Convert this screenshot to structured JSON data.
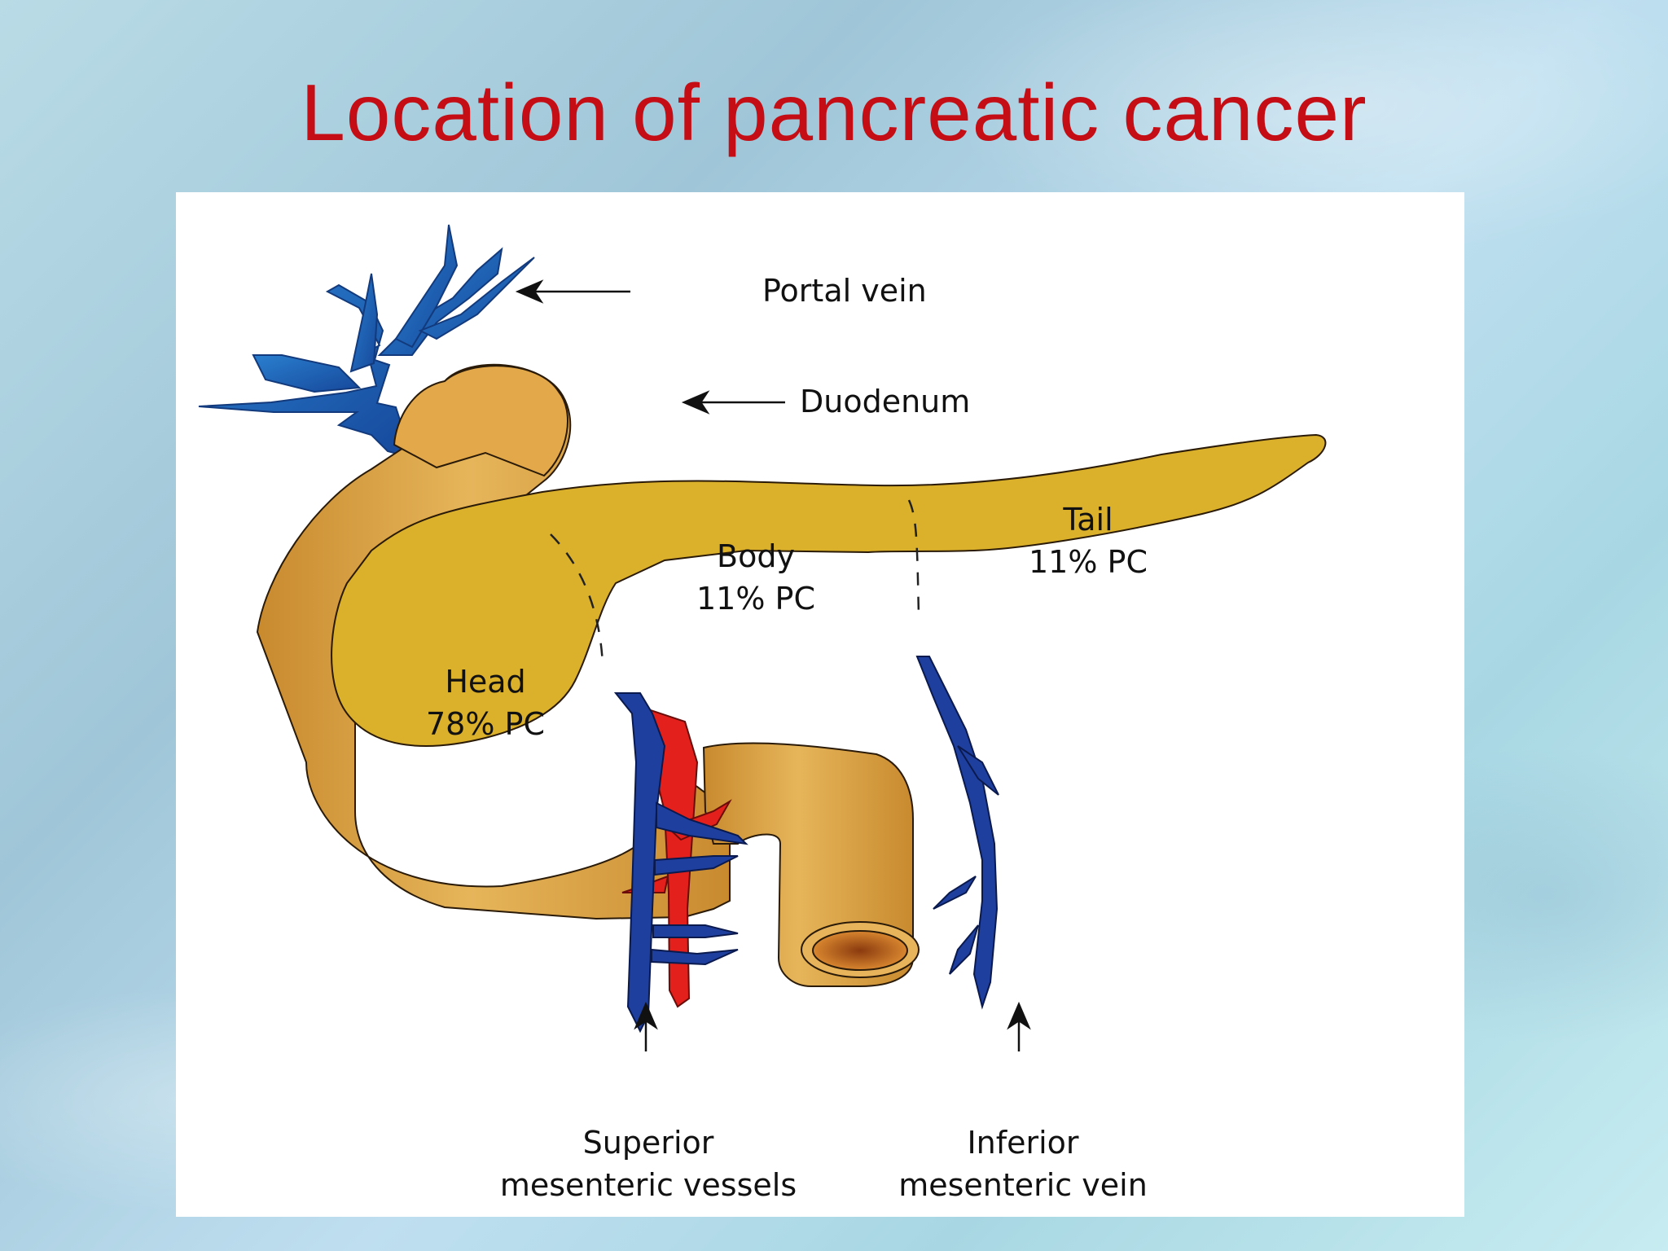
{
  "slide": {
    "title": "Location of pancreatic cancer"
  },
  "diagram": {
    "labels": {
      "portal_vein": "Portal vein",
      "duodenum": "Duodenum",
      "body_name": "Body",
      "body_pct": "11% PC",
      "tail_name": "Tail",
      "tail_pct": "11% PC",
      "head_name": "Head",
      "head_pct": "78% PC",
      "smv_line1": "Superior",
      "smv_line2": "mesenteric vessels",
      "imv_line1": "Inferior",
      "imv_line2": "mesenteric vein"
    },
    "colors": {
      "title": "#c40d14",
      "pancreas": "#dcb12a",
      "duodenum": "#d99b3c",
      "vein": "#1f3f9e",
      "artery": "#e3201b",
      "portal_vein": "#1d5fb0"
    }
  }
}
